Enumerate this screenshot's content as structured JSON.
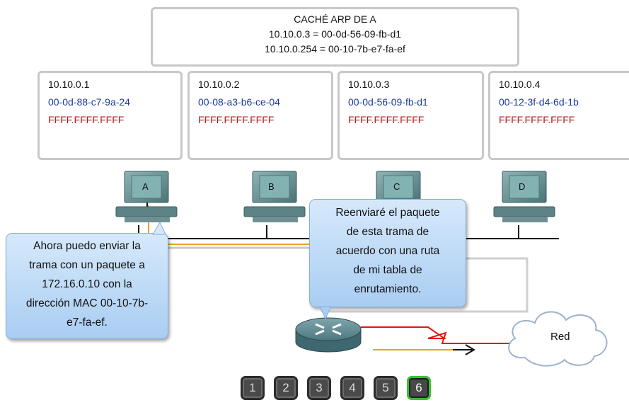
{
  "arp_cache": {
    "title": "CACHÉ ARP DE A",
    "entries": [
      "10.10.0.3 = 00-0d-56-09-fb-d1",
      "10.10.0.254 = 00-10-7b-e7-fa-ef"
    ]
  },
  "hosts": [
    {
      "ip": "10.10.0.1",
      "mac": "00-0d-88-c7-9a-24",
      "broadcast": "FFFF.FFFF.FFFF",
      "label": "A"
    },
    {
      "ip": "10.10.0.2",
      "mac": "00-08-a3-b6-ce-04",
      "broadcast": "FFFF.FFFF.FFFF",
      "label": "B"
    },
    {
      "ip": "10.10.0.3",
      "mac": "00-0d-56-09-fb-d1",
      "broadcast": "FFFF.FFFF.FFFF",
      "label": "C"
    },
    {
      "ip": "10.10.0.4",
      "mac": "00-12-3f-d4-6d-1b",
      "broadcast": "FFFF.FFFF.FFFF",
      "label": "D"
    }
  ],
  "callout_host": {
    "lines": [
      "Ahora puedo enviar la",
      "trama con un paquete a",
      "172.16.0.10 con la",
      "dirección MAC 00-10-7b-",
      "e7-fa-ef."
    ]
  },
  "callout_router": {
    "lines": [
      "Reenviaré el paquete",
      "de esta trama de",
      "acuerdo con una ruta",
      "de mi tabla de",
      "enrutamiento."
    ]
  },
  "cloud_label": "Red",
  "colors": {
    "mac": "#1a3a9a",
    "broadcast": "#b01818",
    "active_step": "#38c232",
    "frame_path": "#f0a020",
    "serial_link": "#e01818"
  },
  "steps": {
    "labels": [
      "1",
      "2",
      "3",
      "4",
      "5",
      "6"
    ],
    "active": 6
  }
}
